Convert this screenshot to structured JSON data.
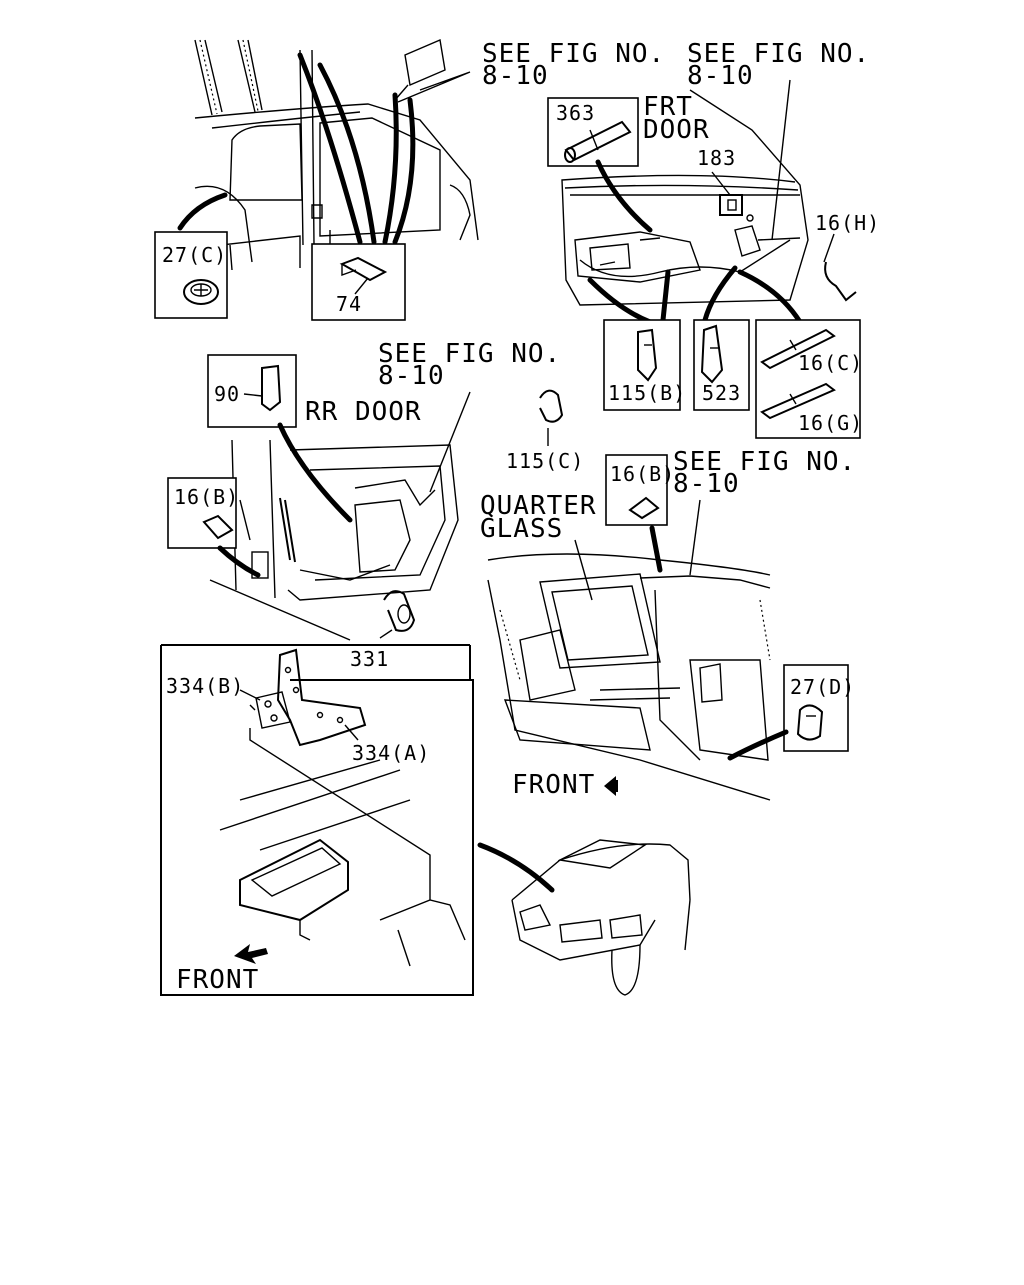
{
  "callouts": {
    "see_fig_1": "SEE FIG NO.",
    "see_fig_1_num": "8-10",
    "see_fig_2": "SEE FIG NO.",
    "see_fig_2_num": "8-10",
    "see_fig_3": "SEE FIG NO.",
    "see_fig_3_num": "8-10",
    "see_fig_4": "SEE FIG NO.",
    "see_fig_4_num": "8-10"
  },
  "area_labels": {
    "frt_door_1": "FRT",
    "frt_door_2": "DOOR",
    "rr_door": "RR DOOR",
    "quarter_1": "QUARTER",
    "quarter_2": "GLASS",
    "front_1": "FRONT",
    "front_2": "FRONT"
  },
  "parts": {
    "p27c": "27(C)",
    "p74": "74",
    "p363": "363",
    "p183": "183",
    "p16h": "16(H)",
    "p115b": "115(B)",
    "p523": "523",
    "p16c": "16(C)",
    "p16g": "16(G)",
    "p90": "90",
    "p16b_1": "16(B)",
    "p115c": "115(C)",
    "p16b_2": "16(B)",
    "p331": "331",
    "p334b": "334(B)",
    "p334a": "334(A)",
    "p27d": "27(D)"
  }
}
